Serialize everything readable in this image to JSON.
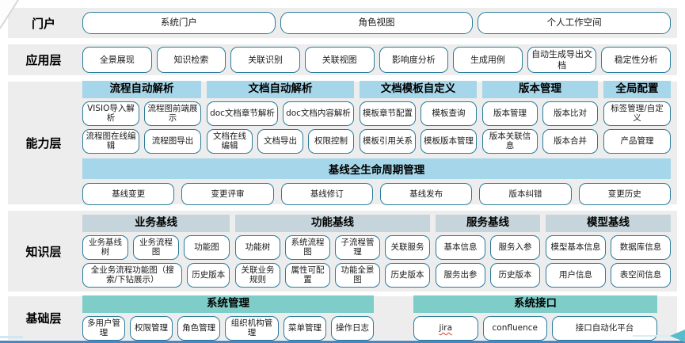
{
  "colors": {
    "band_background": "#ededed",
    "button_border": "#2b7b9b",
    "capability_header": "#a6d6e9",
    "knowledge_header": "#c6d5db",
    "base_header": "#7fcdc8",
    "bottom_edge_line": "#4c86c0",
    "pointer_arrow": "#57bccb",
    "spellcheck_underline": "#e03a2a"
  },
  "artifacts": {
    "misspelled_word": "jira"
  },
  "layers": [
    {
      "label": "门户",
      "buttons": [
        "系统门户",
        "角色视图",
        "个人工作空间"
      ]
    },
    {
      "label": "应用层",
      "buttons": [
        "全景展现",
        "知识检索",
        "关联识别",
        "关联视图",
        "影响度分析",
        "生成用例",
        "自动生成导出文档",
        "稳定性分析"
      ]
    },
    {
      "label": "能力层",
      "groups": [
        {
          "title": "流程自动解析",
          "rows": [
            [
              "VISIO导入解析",
              "流程图前端展示"
            ],
            [
              "流程图在线编辑",
              "流程图导出"
            ]
          ]
        },
        {
          "title": "文档自动解析",
          "rows": [
            [
              "doc文档章节解析",
              "doc文档内容解析"
            ],
            [
              "文档在线编辑",
              "文档导出",
              "权限控制"
            ]
          ]
        },
        {
          "title": "文档模板自定义",
          "rows": [
            [
              "模板章节配置",
              "模板查询"
            ],
            [
              "模板引用关系",
              "模板版本管理"
            ]
          ]
        },
        {
          "title": "版本管理",
          "rows": [
            [
              "版本管理",
              "版本比对"
            ],
            [
              "版本关联信息",
              "版本合并"
            ]
          ]
        },
        {
          "title": "全局配置",
          "rows": [
            [
              "标签管理/自定义"
            ],
            [
              "产品管理"
            ]
          ]
        }
      ],
      "baseline": {
        "title": "基线全生命周期管理",
        "buttons": [
          "基线变更",
          "变更评审",
          "基线修订",
          "基线发布",
          "版本纠错",
          "变更历史"
        ]
      }
    },
    {
      "label": "知识层",
      "groups": [
        {
          "title": "业务基线",
          "rows": [
            [
              "业务基线树",
              "业务流程图",
              "功能图"
            ],
            [
              "全业务流程功能图（搜索/下钻展示）",
              "历史版本"
            ]
          ]
        },
        {
          "title": "功能基线",
          "rows": [
            [
              "功能树",
              "系统流程图",
              "子流程管理",
              "关联服务"
            ],
            [
              "关联业务规则",
              "属性可配置",
              "功能全景图",
              "历史版本"
            ]
          ]
        },
        {
          "title": "服务基线",
          "rows": [
            [
              "基本信息",
              "服务入参"
            ],
            [
              "服务出参",
              "历史版本"
            ]
          ]
        },
        {
          "title": "模型基线",
          "rows": [
            [
              "模型基本信息",
              "数据库信息"
            ],
            [
              "用户信息",
              "表空间信息"
            ]
          ]
        }
      ]
    },
    {
      "label": "基础层",
      "groups": [
        {
          "title": "系统管理",
          "rows": [
            [
              "多用户管理",
              "权限管理",
              "角色管理",
              "组织机构管理",
              "菜单管理",
              "操作日志"
            ]
          ]
        },
        {
          "title": "系统接口",
          "rows": [
            [
              "jira",
              "confluence",
              "接口自动化平台"
            ]
          ]
        }
      ]
    }
  ]
}
